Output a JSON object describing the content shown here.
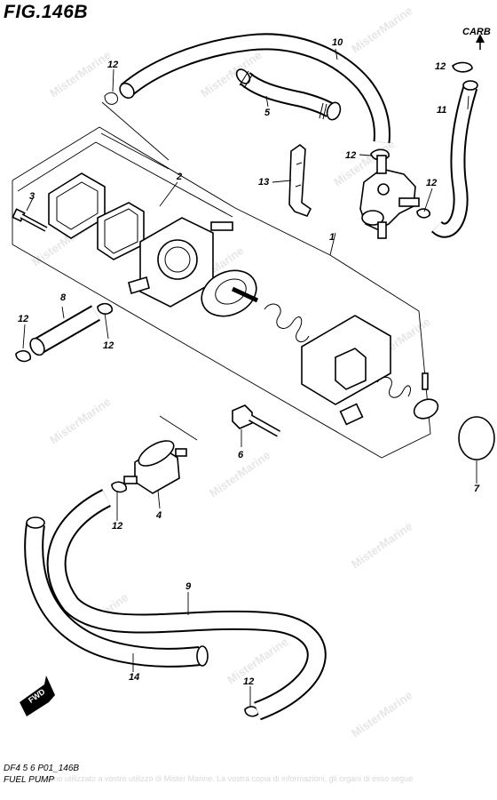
{
  "figure": {
    "title": "FIG.146B",
    "code": "DF4 5 6 P01_146B",
    "name": "FUEL PUMP",
    "direction_label": "CARB",
    "fwd_label": "FWD",
    "watermark": "MisterMarine",
    "footer_notice": "Ci sono utilizzato a vostro utilizzo di Mister Marine. La vostra copia di informazioni, gli organi di esso segue"
  },
  "callouts": [
    {
      "id": "part-1",
      "label": "1"
    },
    {
      "id": "part-2",
      "label": "2"
    },
    {
      "id": "part-3",
      "label": "3"
    },
    {
      "id": "part-4",
      "label": "4"
    },
    {
      "id": "part-5",
      "label": "5"
    },
    {
      "id": "part-6",
      "label": "6"
    },
    {
      "id": "part-7",
      "label": "7"
    },
    {
      "id": "part-8",
      "label": "8"
    },
    {
      "id": "part-9",
      "label": "9"
    },
    {
      "id": "part-10",
      "label": "10"
    },
    {
      "id": "part-11",
      "label": "11"
    },
    {
      "id": "part-12",
      "label": "12"
    },
    {
      "id": "part-13",
      "label": "13"
    },
    {
      "id": "part-14",
      "label": "14"
    }
  ]
}
